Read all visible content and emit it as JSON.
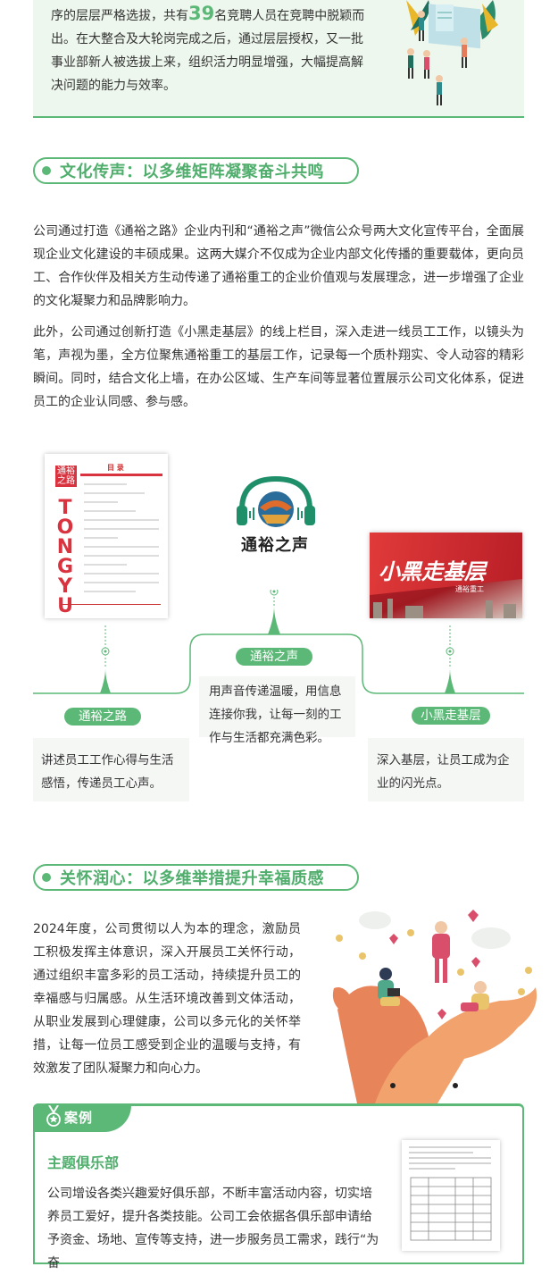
{
  "top": {
    "line1_pre": "序的层层严格选拔，共有",
    "number": "39",
    "line1_post": "名竞聘人员在竞聘中脱颖而出。在大整合及大轮岗完成之后，通过层层授权，又一批事业部新人被选拔上来，组织活力明显增强，大幅提高解决问题的能力与效率。"
  },
  "section1": {
    "title": "文化传声：以多维矩阵凝聚奋斗共鸣",
    "para1": "公司通过打造《通裕之路》企业内刊和“通裕之声”微信公众号两大文化宣传平台，全面展现企业文化建设的丰硕成果。这两大媒介不仅成为企业内部文化传播的重要载体，更向员工、合作伙伴及相关方生动传递了通裕重工的企业价值观与发展理念，进一步增强了企业的文化凝聚力和品牌影响力。",
    "para2": "此外，公司通过创新打造《小黑走基层》的线上栏目，深入走进一线员工工作，以镜头为笔，声视为墨，全方位聚焦通裕重工的基层工作，记录每一个质朴翔实、令人动容的精彩瞬间。同时，结合文化上墙，在办公区域、生产车间等显著位置展示公司文化体系，促进员工的企业认同感、参与感。"
  },
  "media": {
    "magazine": {
      "cover_brand": "通裕之路",
      "cover_vertical": "TONGYU",
      "cover_heading": "目 录",
      "label": "通裕之路",
      "desc": "讲述员工工作心得与生活感悟，传递员工心声。"
    },
    "voice": {
      "logo_text": "通裕之声",
      "label": "通裕之声",
      "desc": "用声音传递温暖，用信息连接你我，让每一刻的工作与生活都充满色彩。"
    },
    "xiaohei": {
      "banner_text": "小黑走基层",
      "banner_sub": "通裕重工",
      "label": "小黑走基层",
      "desc": "深入基层，让员工成为企业的闪光点。"
    }
  },
  "section2": {
    "title": "关怀润心：以多维举措提升幸福质感",
    "para": "2024年度，公司贯彻以人为本的理念，激励员工积极发挥主体意识，深入开展员工关怀行动，通过组织丰富多彩的员工活动，持续提升员工的幸福感与归属感。从生活环境改善到文体活动，从职业发展到心理健康，公司以多元化的关怀举措，让每一位员工感受到企业的温暖与支持，有效激发了团队凝聚力和向心力。"
  },
  "case": {
    "tag": "案例",
    "title": "主题俱乐部",
    "text": "公司增设各类兴趣爱好俱乐部，不断丰富活动内容，切实培养员工爱好，提升各类技能。公司工会依据各俱乐部申请给予资金、场地、宣传等支持，进一步服务员工需求，践行“为奋"
  },
  "colors": {
    "accent": "#5cb877",
    "accent_dark": "#4fae6c",
    "panel_bg": "#eef7ee",
    "desc_bg": "#f5f7f5",
    "banner_red": "#c8242c"
  }
}
